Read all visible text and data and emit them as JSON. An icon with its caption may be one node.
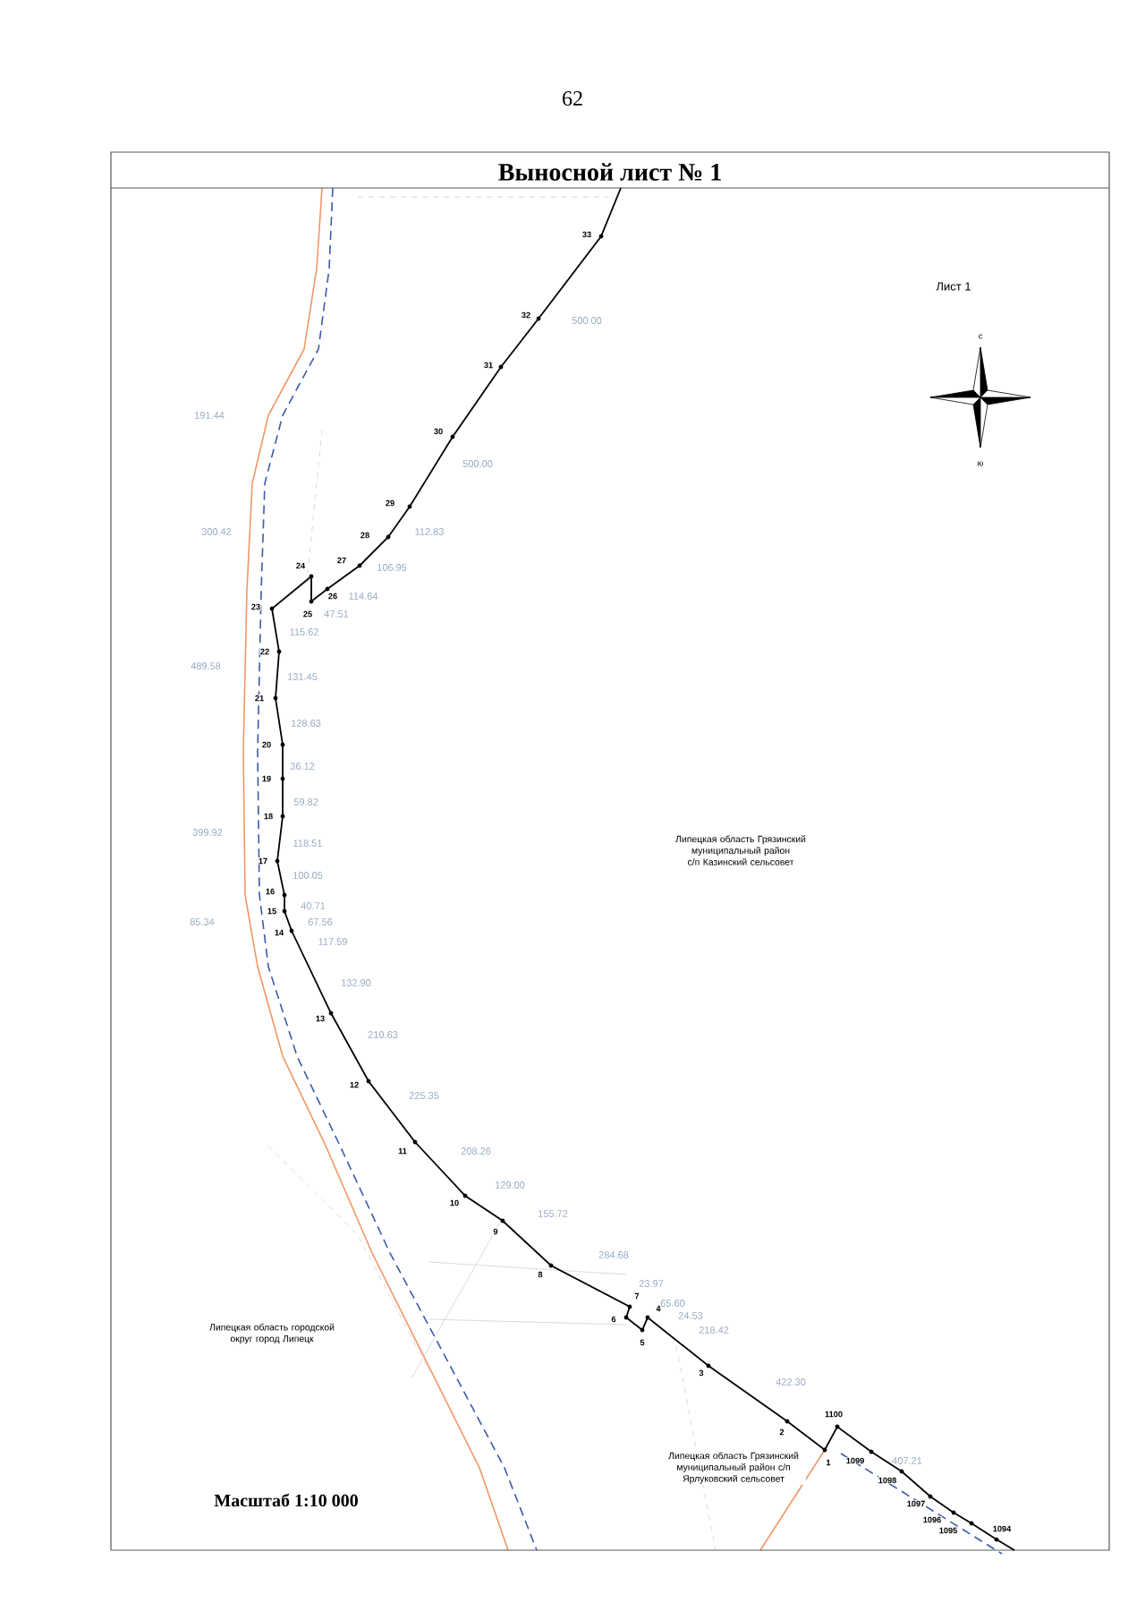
{
  "diagram": {
    "title": "Выносной лист № 1",
    "labels": [
      "62",
      "Лист 1",
      "с",
      "ю",
      "33",
      "32",
      "31",
      "30",
      "29",
      "28",
      "27",
      "26",
      "25",
      "24",
      "23",
      "22",
      "21",
      "20",
      "19",
      "18",
      "17",
      "16",
      "15",
      "14",
      "13",
      "12",
      "11",
      "10",
      "9",
      "8",
      "7",
      "6",
      "5",
      "4",
      "3",
      "2",
      "1",
      "1100",
      "1099",
      "1098",
      "1097",
      "1096",
      "1095",
      "1094",
      "500.00",
      "500.00",
      "112.83",
      "106.95",
      "114.64",
      "47.51",
      "115.62",
      "131.45",
      "128.63",
      "36.12",
      "59.82",
      "118.51",
      "100.05",
      "40.71",
      "67.56",
      "117.59",
      "132.90",
      "210.63",
      "225.35",
      "208.26",
      "129.00",
      "155.72",
      "284.68",
      "23.97",
      "65.60",
      "24.53",
      "218.42",
      "422.30",
      "407.21",
      "191.44",
      "300.42",
      "489.58",
      "399.92",
      "85.34",
      "Липецкая область Грязинский муниципальный район с/п Казинский сельсовет",
      "Липецкая область городской округ город Липецк",
      "Липецкая область Грязинский муниципальный район с/п Ярлуковский сельсовет",
      "Масштаб 1:10 000"
    ]
  }
}
